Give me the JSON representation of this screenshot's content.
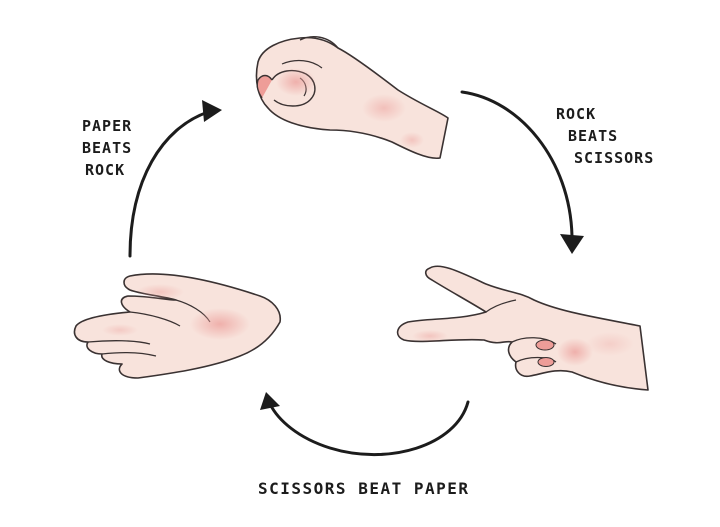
{
  "diagram": {
    "nodes": [
      {
        "id": "rock",
        "icon": "fist-hand-icon"
      },
      {
        "id": "scissors",
        "icon": "scissors-hand-icon"
      },
      {
        "id": "paper",
        "icon": "open-hand-icon"
      }
    ],
    "labels": {
      "rock_beats_scissors": [
        "ROCK",
        "BEATS",
        "SCISSORS"
      ],
      "paper_beats_rock": [
        "PAPER",
        "BEATS",
        "ROCK"
      ],
      "scissors_beat_paper": "SCISSORS BEAT PAPER"
    },
    "colors": {
      "ink": "#1c1c1c",
      "skin": "#f8e3dc",
      "blush": "#ec9f9b",
      "outline": "#3a3232"
    }
  }
}
